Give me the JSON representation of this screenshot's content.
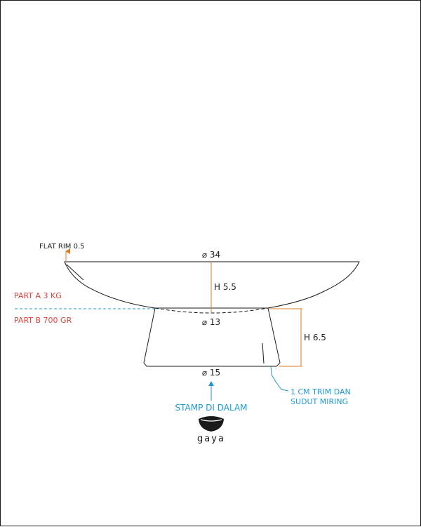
{
  "colors": {
    "outline": "#1a1a1a",
    "dimension_orange": "#e07b20",
    "part_a_red": "#d9473c",
    "part_b_red": "#d9473c",
    "annotation_blue": "#1e9ad0"
  },
  "bowl": {
    "rim_note": "FLAT RIM 0.5",
    "top_diameter": "⌀ 34",
    "bowl_height": "H 5.5"
  },
  "parts": {
    "part_a": "PART A 3 KG",
    "part_b": "PART B 700 GR"
  },
  "base": {
    "top_diameter": "⌀ 13",
    "height": "H 6.5",
    "bottom_diameter": "⌀ 15",
    "trim_note_line1": "1 CM TRIM DAN",
    "trim_note_line2": "SUDUT MIRING"
  },
  "stamp": {
    "label": "STAMP DI DALAM",
    "logo_text": "gaya",
    "logo_icon": "bowl-logo-icon"
  }
}
